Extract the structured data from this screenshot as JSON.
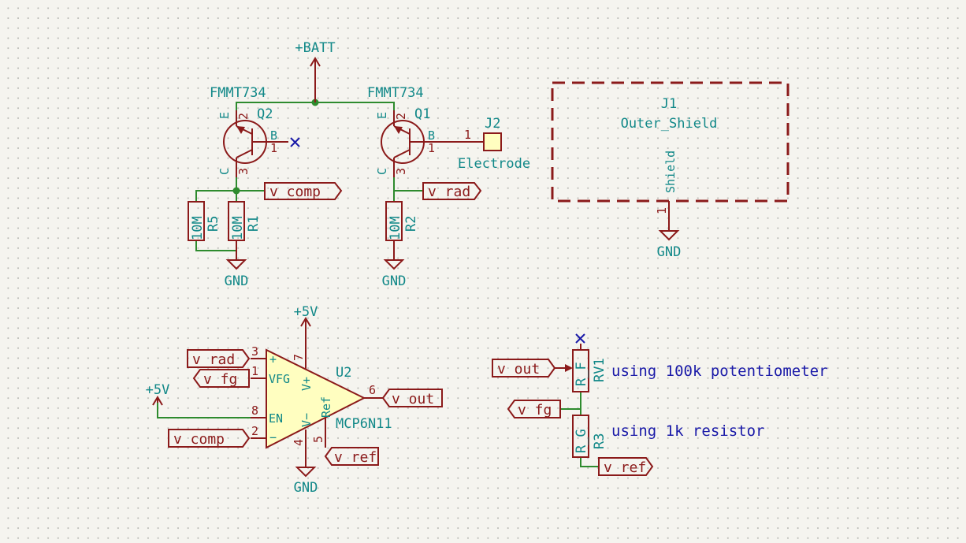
{
  "power": {
    "batt": "+BATT",
    "gnd": "GND",
    "vcc5": "+5V"
  },
  "q2": {
    "ref": "Q2",
    "value": "FMMT734",
    "pin_e": "E",
    "pin_b": "B",
    "pin_c": "C",
    "num_e": "2",
    "num_b": "1",
    "num_c": "3"
  },
  "q1": {
    "ref": "Q1",
    "value": "FMMT734",
    "pin_e": "E",
    "pin_b": "B",
    "pin_c": "C",
    "num_e": "2",
    "num_b": "1",
    "num_c": "3"
  },
  "j2": {
    "ref": "J2",
    "value": "Electrode",
    "pin": "1"
  },
  "j1": {
    "ref": "J1",
    "value": "Outer_Shield",
    "pin_name": "Shield",
    "pin": "1"
  },
  "r5": {
    "ref": "R5",
    "value": "10M"
  },
  "r1": {
    "ref": "R1",
    "value": "10M"
  },
  "r2": {
    "ref": "R2",
    "value": "10M"
  },
  "u2": {
    "ref": "U2",
    "value": "MCP6N11",
    "pins": {
      "p3": "3",
      "p1": "1",
      "p8": "8",
      "p2": "2",
      "p7": "7",
      "p4": "4",
      "p5": "5",
      "p6": "6"
    },
    "names": {
      "plus": "+",
      "vfg": "VFG",
      "en": "EN",
      "minus": "−",
      "vplus": "V+",
      "vminus": "V−",
      "ref": "Ref"
    }
  },
  "rv1": {
    "ref": "RV1",
    "value": "R_F"
  },
  "r3": {
    "ref": "R3",
    "value": "R_G"
  },
  "labels": {
    "v_comp": "v_comp",
    "v_rad": "v_rad",
    "v_fg": "v_fg",
    "v_out": "v_out",
    "v_ref": "v_ref"
  },
  "notes": {
    "pot": "using 100k potentiometer",
    "res": "using 1k resistor"
  },
  "colors": {
    "wire": "#2e8b2e",
    "symbol": "#8b1a1a",
    "text": "#118888",
    "note": "#1a1aa8",
    "fill": "#fffec0"
  }
}
